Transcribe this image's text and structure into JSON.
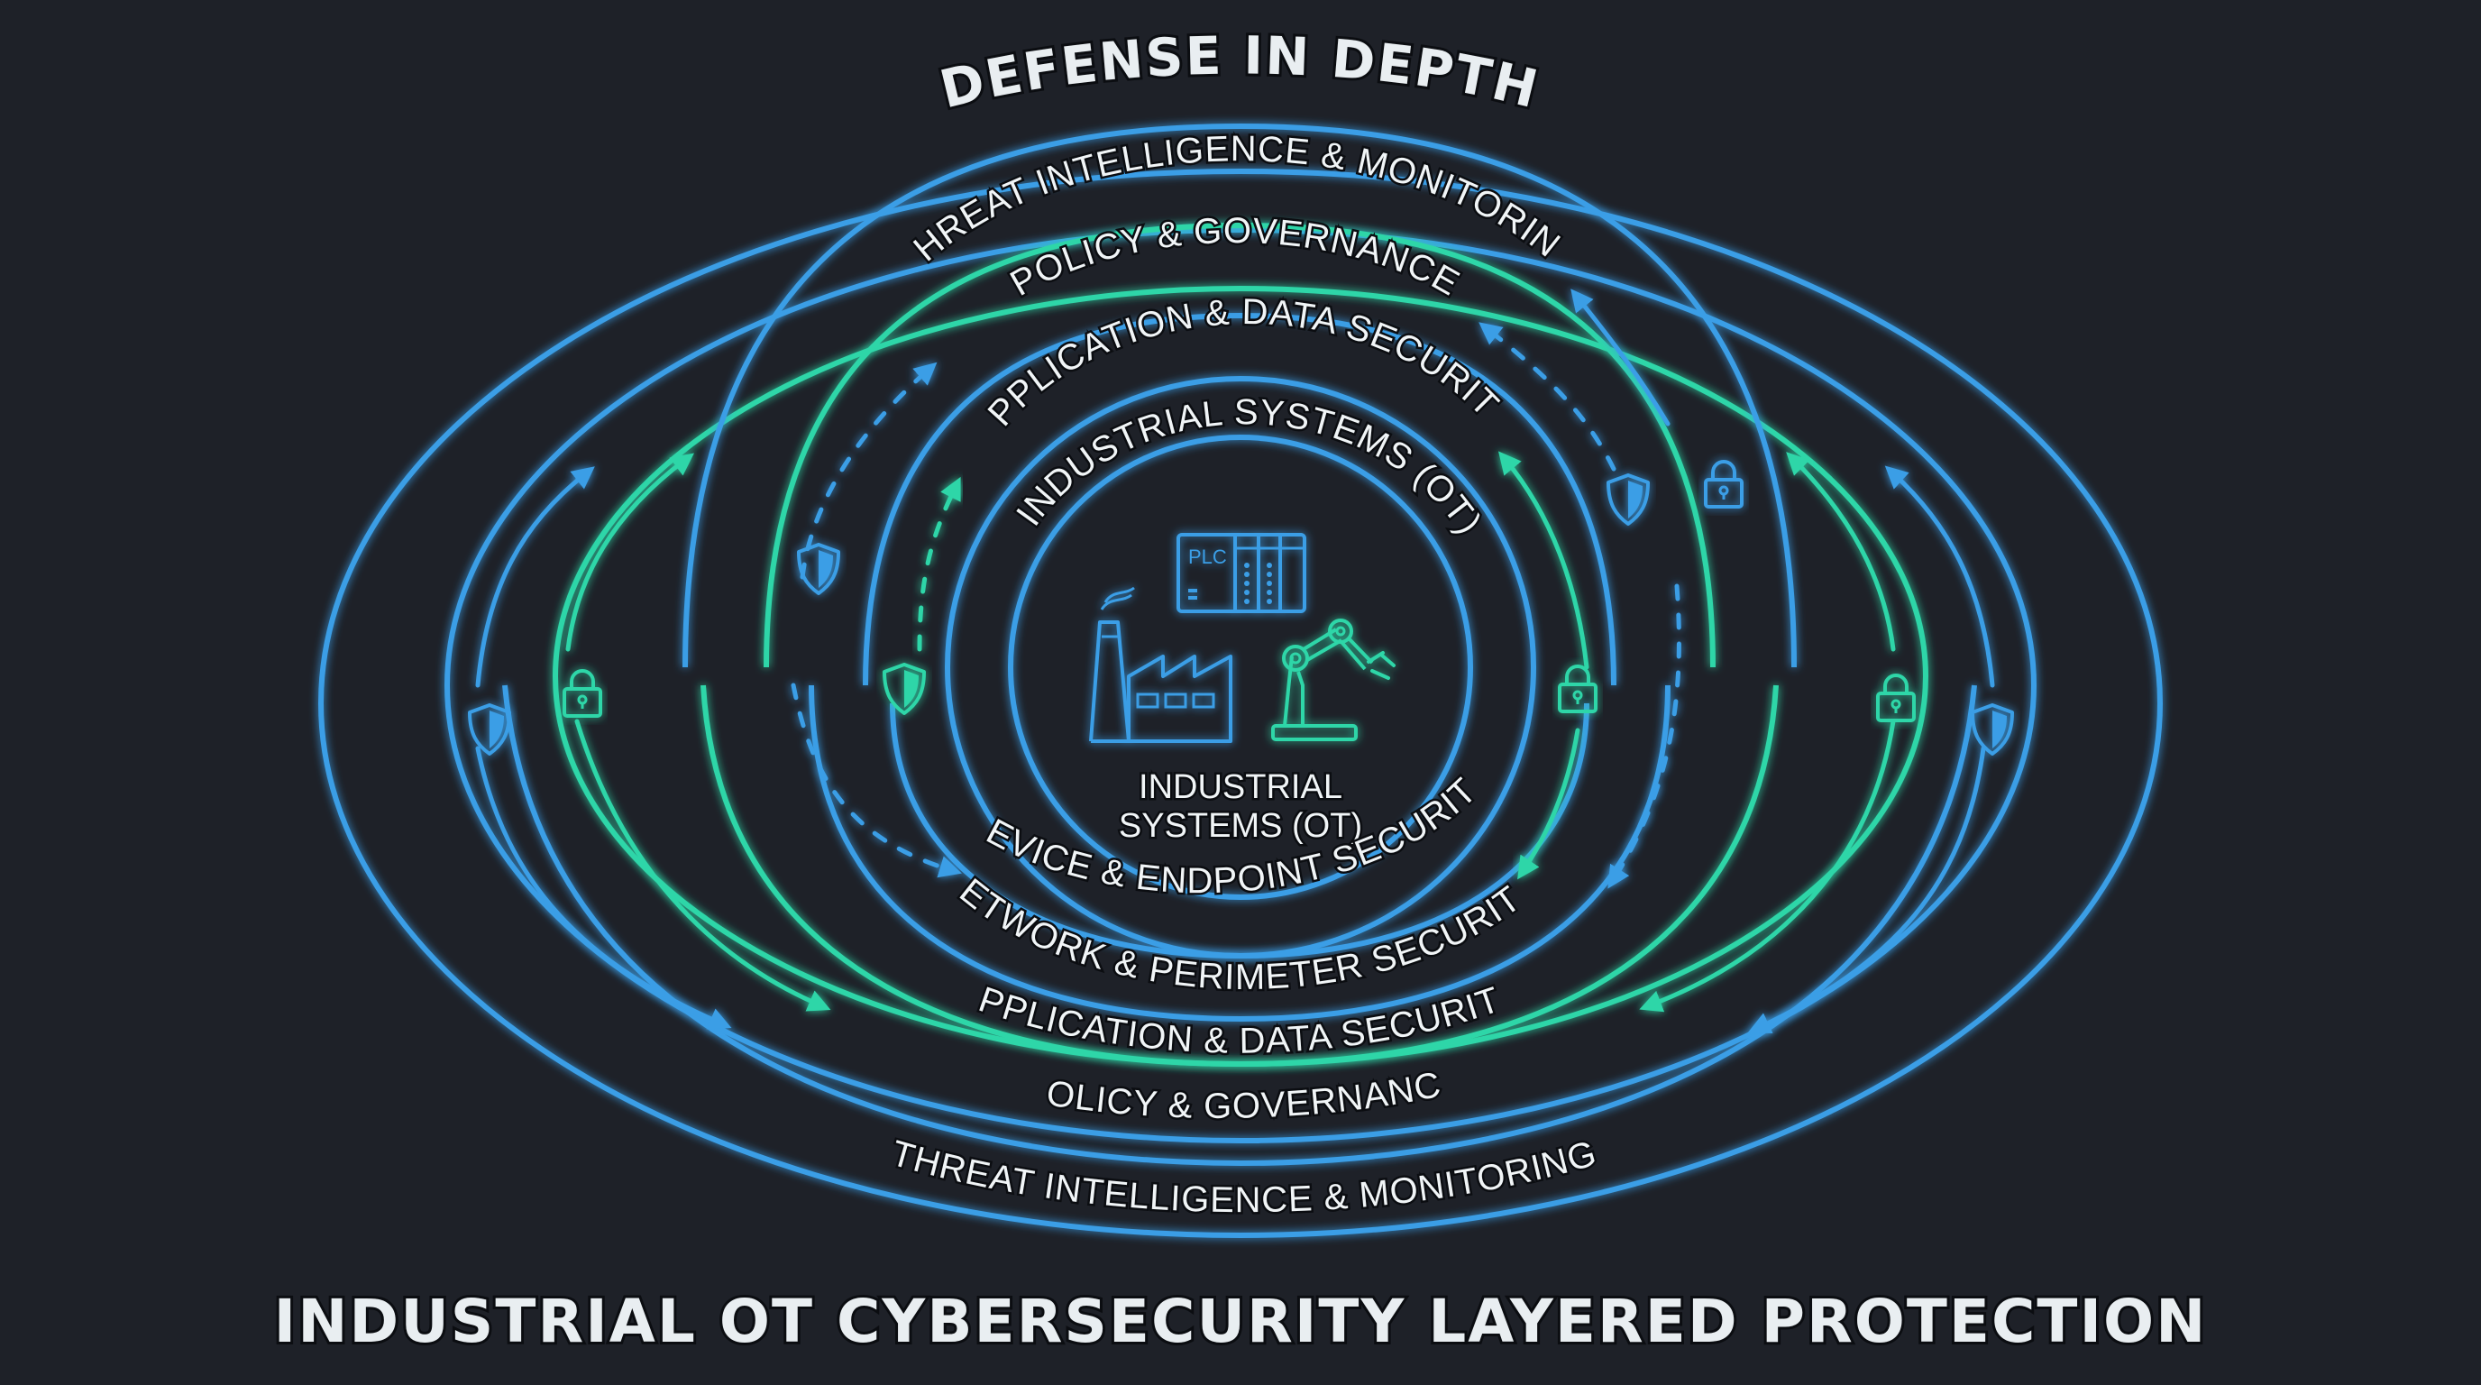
{
  "header": {
    "arc_title": "DEFENSE IN DEPTH",
    "footer_title": "INDUSTRIAL OT CYBERSECURITY LAYERED PROTECTION"
  },
  "colors": {
    "background": "#1e2128",
    "blue": "#3a9ee6",
    "green": "#2fd6a8",
    "text": "#f1f5f7"
  },
  "layers_top": [
    "THREAT INTELLIGENCE & MONITORING",
    "POLICY & GOVERNANCE",
    "APPLICATION & DATA SECURITY",
    "INDUSTRIAL SYSTEMS (OT)"
  ],
  "layers_bottom": [
    "DEVICE & ENDPOINT SECURITY",
    "NETWORK & PERIMETER SECURITY",
    "APPLICATION & DATA SECURITY",
    "POLICY & GOVERNANCE",
    "THREAT INTELLIGENCE & MONITORING"
  ],
  "core": {
    "line1": "INDUSTRIAL",
    "line2": "SYSTEMS (OT)",
    "plc_label": "PLC",
    "icons": [
      "factory-icon",
      "plc-icon",
      "robot-arm-icon"
    ]
  },
  "side_icons": {
    "left": [
      "shield-icon",
      "lock-icon",
      "shield-icon",
      "shield-icon"
    ],
    "right": [
      "lock-icon",
      "shield-icon",
      "lock-icon",
      "lock-icon",
      "shield-icon"
    ]
  }
}
